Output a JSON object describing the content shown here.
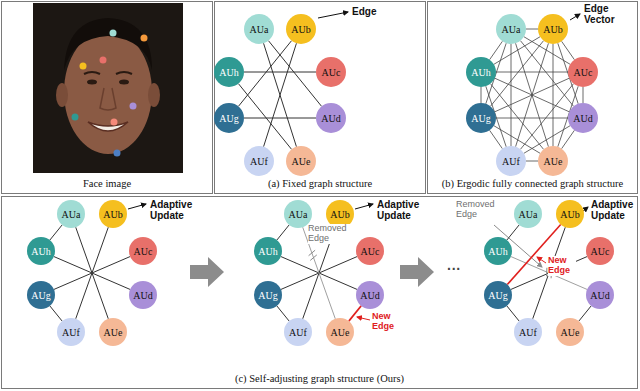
{
  "diagram": {
    "nodes": [
      {
        "text": [
          "Face image"
        ]
      },
      {
        "text": [
          "(a) Fixed graph structure"
        ]
      },
      {
        "text": [
          "AUa"
        ],
        "in": 1
      },
      {
        "text": [
          "AUb"
        ],
        "in": 1
      },
      {
        "text": [
          "AUc"
        ],
        "in": 1
      },
      {
        "text": [
          "AUd"
        ],
        "in": 1
      },
      {
        "text": [
          "AUe"
        ],
        "in": 1
      },
      {
        "text": [
          "AUf"
        ],
        "in": 1
      },
      {
        "text": [
          "AUg"
        ],
        "in": 1
      },
      {
        "text": [
          "AUh"
        ],
        "in": 1
      },
      {
        "text": [
          "(b) Ergodic fully connected graph structure"
        ]
      },
      {
        "text": [
          "AUa"
        ],
        "in": 10
      },
      {
        "text": [
          "AUb"
        ],
        "in": 10
      },
      {
        "text": [
          "AUc"
        ],
        "in": 10
      },
      {
        "text": [
          "AUd"
        ],
        "in": 10
      },
      {
        "text": [
          "AUe"
        ],
        "in": 10
      },
      {
        "text": [
          "AUf"
        ],
        "in": 10
      },
      {
        "text": [
          "AUg"
        ],
        "in": 10
      },
      {
        "text": [
          "AUh"
        ],
        "in": 10
      },
      {
        "text": [
          "(c) Self-adjusting graph structure (Ours)"
        ]
      },
      {
        "text": [
          "AUa"
        ],
        "in": 19
      },
      {
        "text": [
          "AUb"
        ],
        "in": 19
      },
      {
        "text": [
          "AUc"
        ],
        "in": 19
      },
      {
        "text": [
          "AUd"
        ],
        "in": 19
      },
      {
        "text": [
          "AUe"
        ],
        "in": 19
      },
      {
        "text": [
          "AUf"
        ],
        "in": 19
      },
      {
        "text": [
          "AUg"
        ],
        "in": 19
      },
      {
        "text": [
          "AUh"
        ],
        "in": 19
      },
      {
        "text": [
          "AUa"
        ],
        "in": 19
      },
      {
        "text": [
          "AUb"
        ],
        "in": 19
      },
      {
        "text": [
          "AUc"
        ],
        "in": 19
      },
      {
        "text": [
          "AUd"
        ],
        "in": 19
      },
      {
        "text": [
          "AUe"
        ],
        "in": 19
      },
      {
        "text": [
          "AUf"
        ],
        "in": 19
      },
      {
        "text": [
          "AUg"
        ],
        "in": 19
      },
      {
        "text": [
          "AUh"
        ],
        "in": 19
      },
      {
        "text": [
          "AUa"
        ],
        "in": 19
      },
      {
        "text": [
          "AUb"
        ],
        "in": 19
      },
      {
        "text": [
          "AUc"
        ],
        "in": 19
      },
      {
        "text": [
          "AUd"
        ],
        "in": 19
      },
      {
        "text": [
          "AUe"
        ],
        "in": 19
      },
      {
        "text": [
          "AUf"
        ],
        "in": 19
      },
      {
        "text": [
          "AUg"
        ],
        "in": 19
      },
      {
        "text": [
          "AUh"
        ],
        "in": 19
      }
    ],
    "edges": [
      {
        "from": 9,
        "to": 4,
        "arrow": "none"
      },
      {
        "from": 2,
        "to": 6,
        "arrow": "none"
      },
      {
        "from": 3,
        "to": 8,
        "arrow": "none"
      },
      {
        "from": 8,
        "to": 5,
        "arrow": "none"
      },
      {
        "from": 9,
        "to": 6,
        "arrow": "none"
      },
      {
        "from": 2,
        "to": 5,
        "arrow": "none"
      },
      {
        "from": 3,
        "to": 7,
        "arrow": "none"
      },
      {
        "from": 11,
        "to": 12,
        "arrow": "none"
      },
      {
        "from": 11,
        "to": 13,
        "arrow": "none"
      },
      {
        "from": 11,
        "to": 14,
        "arrow": "none"
      },
      {
        "from": 11,
        "to": 15,
        "arrow": "none"
      },
      {
        "from": 11,
        "to": 16,
        "arrow": "none"
      },
      {
        "from": 11,
        "to": 17,
        "arrow": "none"
      },
      {
        "from": 11,
        "to": 18,
        "arrow": "none"
      },
      {
        "from": 12,
        "to": 13,
        "arrow": "none"
      },
      {
        "from": 12,
        "to": 14,
        "arrow": "none"
      },
      {
        "from": 12,
        "to": 15,
        "arrow": "none"
      },
      {
        "from": 12,
        "to": 16,
        "arrow": "none"
      },
      {
        "from": 12,
        "to": 17,
        "arrow": "none"
      },
      {
        "from": 12,
        "to": 18,
        "arrow": "none"
      },
      {
        "from": 13,
        "to": 14,
        "arrow": "none"
      },
      {
        "from": 13,
        "to": 15,
        "arrow": "none"
      },
      {
        "from": 13,
        "to": 16,
        "arrow": "none"
      },
      {
        "from": 13,
        "to": 17,
        "arrow": "none"
      },
      {
        "from": 13,
        "to": 18,
        "arrow": "none"
      },
      {
        "from": 14,
        "to": 15,
        "arrow": "none"
      },
      {
        "from": 14,
        "to": 16,
        "arrow": "none"
      },
      {
        "from": 14,
        "to": 17,
        "arrow": "none"
      },
      {
        "from": 14,
        "to": 18,
        "arrow": "none"
      },
      {
        "from": 15,
        "to": 16,
        "arrow": "none"
      },
      {
        "from": 15,
        "to": 17,
        "arrow": "none"
      },
      {
        "from": 15,
        "to": 18,
        "arrow": "none"
      },
      {
        "from": 16,
        "to": 17,
        "arrow": "none"
      },
      {
        "from": 16,
        "to": 18,
        "arrow": "none"
      },
      {
        "from": 17,
        "to": 18,
        "arrow": "none"
      },
      {
        "from": 20,
        "to": 24,
        "arrow": "none"
      },
      {
        "from": 21,
        "to": 25,
        "arrow": "none"
      },
      {
        "from": 27,
        "to": 23,
        "arrow": "none"
      },
      {
        "from": 26,
        "to": 22,
        "arrow": "none"
      },
      {
        "from": 20,
        "to": 27,
        "arrow": "none"
      },
      {
        "from": 26,
        "to": 25,
        "arrow": "none"
      },
      {
        "from": 29,
        "to": 33,
        "arrow": "none"
      },
      {
        "from": 35,
        "to": 31,
        "arrow": "none"
      },
      {
        "from": 34,
        "to": 30,
        "arrow": "none"
      },
      {
        "from": 28,
        "to": 35,
        "arrow": "none"
      },
      {
        "from": 34,
        "to": 33,
        "arrow": "none"
      },
      {
        "from": 28,
        "to": 32,
        "arrow": "none"
      },
      {
        "from": 32,
        "to": 31,
        "arrow": "none"
      },
      {
        "from": 37,
        "to": 41,
        "arrow": "none"
      },
      {
        "from": 42,
        "to": 38,
        "arrow": "none"
      },
      {
        "from": 36,
        "to": 43,
        "arrow": "none"
      },
      {
        "from": 42,
        "to": 41,
        "arrow": "none"
      },
      {
        "from": 40,
        "to": 39,
        "arrow": "none"
      },
      {
        "from": 43,
        "to": 39,
        "arrow": "none"
      },
      {
        "from": 42,
        "to": 37,
        "arrow": "none"
      }
    ],
    "labels": [
      "Edge",
      "Edge Vector",
      "Adaptive Update",
      "Removed Edge",
      "New Edge",
      "Adaptive Update",
      "···",
      "Removed Edge",
      "Adaptive Update",
      "New Edge"
    ]
  }
}
